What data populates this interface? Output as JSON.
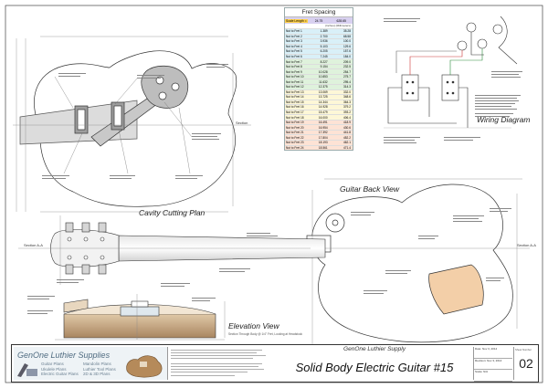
{
  "fret_table": {
    "title": "Fret Spacing",
    "scale_label": "Scale Length =",
    "scale_inches": "24.75",
    "scale_mm": "628.65",
    "units_label": "(Inches)   (Millimeters)",
    "rows": [
      [
        "Nut to Fret 1",
        "1.389",
        "35.28"
      ],
      [
        "Nut to Fret 2",
        "2.700",
        "68.58"
      ],
      [
        "Nut to Fret 3",
        "3.936",
        "100.0"
      ],
      [
        "Nut to Fret 4",
        "5.103",
        "129.6"
      ],
      [
        "Nut to Fret 5",
        "6.205",
        "157.6"
      ],
      [
        "Nut to Fret 6",
        "7.245",
        "184.0"
      ],
      [
        "Nut to Fret 7",
        "8.227",
        "209.0"
      ],
      [
        "Nut to Fret 8",
        "9.154",
        "232.5"
      ],
      [
        "Nut to Fret 9",
        "10.028",
        "254.7"
      ],
      [
        "Nut to Fret 10",
        "10.853",
        "275.7"
      ],
      [
        "Nut to Fret 11",
        "11.632",
        "295.4"
      ],
      [
        "Nut to Fret 12",
        "12.375",
        "314.3"
      ],
      [
        "Nut to Fret 13",
        "13.069",
        "332.0"
      ],
      [
        "Nut to Fret 14",
        "13.725",
        "348.6"
      ],
      [
        "Nut to Fret 15",
        "14.344",
        "364.3"
      ],
      [
        "Nut to Fret 16",
        "14.928",
        "379.2"
      ],
      [
        "Nut to Fret 17",
        "15.479",
        "393.2"
      ],
      [
        "Nut to Fret 18",
        "16.000",
        "406.4"
      ],
      [
        "Nut to Fret 19",
        "16.491",
        "418.9"
      ],
      [
        "Nut to Fret 20",
        "16.954",
        "430.6"
      ],
      [
        "Nut to Fret 21",
        "17.392",
        "441.8"
      ],
      [
        "Nut to Fret 22",
        "17.804",
        "452.2"
      ],
      [
        "Nut to Fret 23",
        "18.193",
        "462.1"
      ],
      [
        "Nut to Fret 24",
        "18.561",
        "471.4"
      ]
    ]
  },
  "headings": {
    "cavity": "Cavity Cutting Plan",
    "wiring": "Wiring Diagram",
    "back": "Guitar Back View",
    "elevation": "Elevation View",
    "elevation_sub": "Section Through Body @ 1/4\" Fret, Looking at Headstock"
  },
  "labels": {
    "section_a": "Section A-A",
    "section": "Section"
  },
  "title_block": {
    "company": "GenOne Luthier Supplies",
    "col1": [
      "Guitar Plans",
      "Ukulele Plans",
      "Electric Guitar Plans"
    ],
    "col2": [
      "Mandolin Plans",
      "Luthier Tool Plans",
      "2D & 3D Plans"
    ],
    "supply": "GenOne Luthier Supply",
    "title": "Solid Body Electric Guitar #15",
    "meta": [
      "Date: Nov 3, 2014",
      "Revision: Nov 3, 2014",
      "Scale: N/A"
    ],
    "sheet_label": "Sheet Number",
    "page": "02"
  },
  "colors": {
    "line": "#333333",
    "dim": "#777777",
    "pickguard": "#f3cfa8",
    "wood": "#c8a27a"
  }
}
